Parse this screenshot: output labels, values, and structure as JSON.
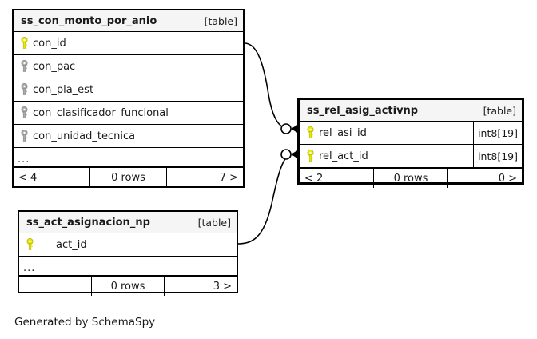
{
  "diagram": {
    "caption": "Generated by SchemaSpy",
    "background": "#ffffff",
    "border_color": "#000000",
    "header_fill": "#f5f5f5",
    "pk_key_color": "#e8e80b",
    "fk_key_color": "#a9a9a9",
    "kind_label": "[table]"
  },
  "tables": [
    {
      "id": "ss_con_monto_por_anio",
      "name": "ss_con_monto_por_anio",
      "kind": "[table]",
      "columns": [
        {
          "name": "con_id",
          "key": "primary",
          "type": ""
        },
        {
          "name": "con_pac",
          "key": "index",
          "type": ""
        },
        {
          "name": "con_pla_est",
          "key": "index",
          "type": ""
        },
        {
          "name": "con_clasificador_funcional",
          "key": "index",
          "type": ""
        },
        {
          "name": "con_unidad_tecnica",
          "key": "index",
          "type": ""
        }
      ],
      "ellipsis": "...",
      "footer": {
        "prev": "< 4",
        "rows": "0 rows",
        "next": "7 >"
      }
    },
    {
      "id": "ss_rel_asig_activnp",
      "name": "ss_rel_asig_activnp",
      "kind": "[table]",
      "columns": [
        {
          "name": "rel_asi_id",
          "key": "primary",
          "type": "int8[19]"
        },
        {
          "name": "rel_act_id",
          "key": "primary",
          "type": "int8[19]"
        }
      ],
      "ellipsis": null,
      "footer": {
        "prev": "< 2",
        "rows": "0 rows",
        "next": "0 >"
      }
    },
    {
      "id": "ss_act_asignacion_np",
      "name": "ss_act_asignacion_np",
      "kind": "[table]",
      "columns": [
        {
          "name": "act_id",
          "key": "primary",
          "type": ""
        }
      ],
      "ellipsis": "...",
      "footer": {
        "prev": "",
        "rows": "0 rows",
        "next": "3 >"
      }
    }
  ],
  "relationships": [
    {
      "from": "ss_con_monto_por_anio.con_id",
      "to": "ss_rel_asig_activnp.rel_asi_id",
      "from_cardinality": "one",
      "to_cardinality": "zero-or-many"
    },
    {
      "from": "ss_act_asignacion_np.act_id",
      "to": "ss_rel_asig_activnp.rel_act_id",
      "from_cardinality": "one",
      "to_cardinality": "zero-or-many"
    }
  ]
}
